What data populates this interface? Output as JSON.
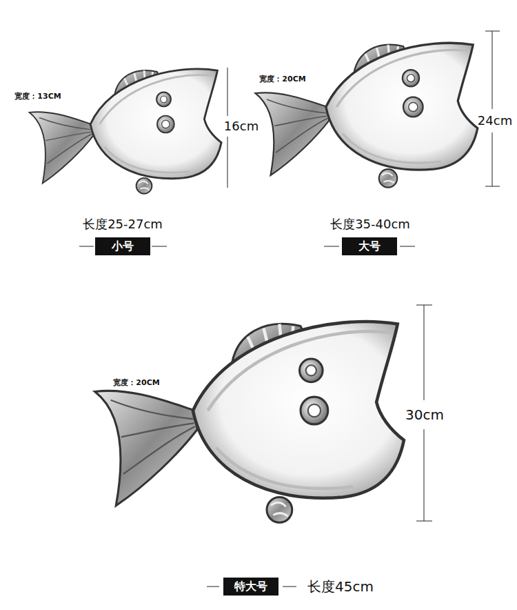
{
  "diagram": {
    "nodes": [
      {
        "text": [
          "小号"
        ]
      },
      {
        "text": [
          "大号"
        ]
      },
      {
        "text": [
          "特大号"
        ]
      }
    ],
    "labels": [
      "宽度：13CM",
      "16cm",
      "长度25-27cm",
      "宽度：20CM",
      "24cm",
      "长度35-40cm",
      "宽度：20CM",
      "30cm",
      "长度45cm"
    ]
  }
}
